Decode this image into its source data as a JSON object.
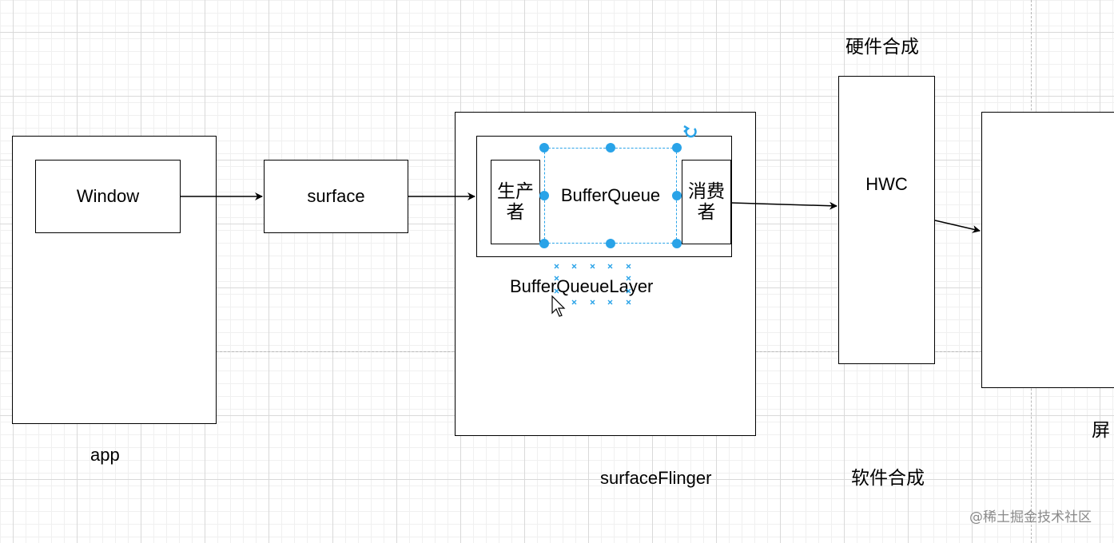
{
  "diagram": {
    "app": {
      "window_label": "Window",
      "caption": "app"
    },
    "surface": {
      "label": "surface"
    },
    "surface_flinger": {
      "caption": "surfaceFlinger",
      "layer_caption": "BufferQueueLayer",
      "producer_label": "生产者",
      "buffer_queue_label": "BufferQueue",
      "consumer_label": "消费者"
    },
    "hwc": {
      "label": "HWC"
    },
    "hardware_composition_label": "硬件合成",
    "software_composition_label": "软件合成",
    "screen_label": "屏"
  },
  "watermark": "@稀土掘金技术社区",
  "colors": {
    "selection": "#29a3e8",
    "stroke": "#000000",
    "grid": "#d9d9d9"
  }
}
